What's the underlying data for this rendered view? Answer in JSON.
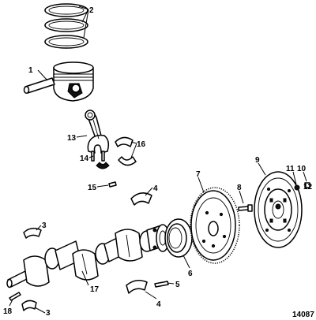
{
  "callouts": [
    {
      "id": "1",
      "text": "1"
    },
    {
      "id": "2",
      "text": "2"
    },
    {
      "id": "3a",
      "text": "3"
    },
    {
      "id": "3b",
      "text": "3"
    },
    {
      "id": "4a",
      "text": "4"
    },
    {
      "id": "4b",
      "text": "4"
    },
    {
      "id": "5",
      "text": "5"
    },
    {
      "id": "6",
      "text": "6"
    },
    {
      "id": "7",
      "text": "7"
    },
    {
      "id": "8",
      "text": "8"
    },
    {
      "id": "9",
      "text": "9"
    },
    {
      "id": "10",
      "text": "10"
    },
    {
      "id": "11",
      "text": "11"
    },
    {
      "id": "12",
      "text": "12"
    },
    {
      "id": "13",
      "text": "13"
    },
    {
      "id": "14",
      "text": "14"
    },
    {
      "id": "15",
      "text": "15"
    },
    {
      "id": "16",
      "text": "16"
    },
    {
      "id": "17",
      "text": "17"
    },
    {
      "id": "18",
      "text": "18"
    }
  ],
  "figure_number": "14087",
  "parts": [
    {
      "callout": "1",
      "icon": "piston-icon"
    },
    {
      "callout": "2",
      "icon": "piston-rings-icon"
    },
    {
      "callout": "3",
      "icon": "main-bearing-shell-icon"
    },
    {
      "callout": "4",
      "icon": "main-bearing-shell-icon"
    },
    {
      "callout": "5",
      "icon": "pin-icon"
    },
    {
      "callout": "6",
      "icon": "rear-oil-seal-icon"
    },
    {
      "callout": "7",
      "icon": "flywheel-icon"
    },
    {
      "callout": "8",
      "icon": "flywheel-bolt-icon"
    },
    {
      "callout": "9",
      "icon": "drive-plate-icon"
    },
    {
      "callout": "10",
      "icon": "bolt-icon"
    },
    {
      "callout": "11",
      "icon": "washer-icon"
    },
    {
      "callout": "12",
      "icon": "bolt-icon"
    },
    {
      "callout": "13",
      "icon": "connecting-rod-icon"
    },
    {
      "callout": "14",
      "icon": "rod-bolt-icon"
    },
    {
      "callout": "15",
      "icon": "pin-icon"
    },
    {
      "callout": "16",
      "icon": "rod-bearing-shell-icon"
    },
    {
      "callout": "17",
      "icon": "crankshaft-icon"
    },
    {
      "callout": "18",
      "icon": "key-icon"
    }
  ]
}
